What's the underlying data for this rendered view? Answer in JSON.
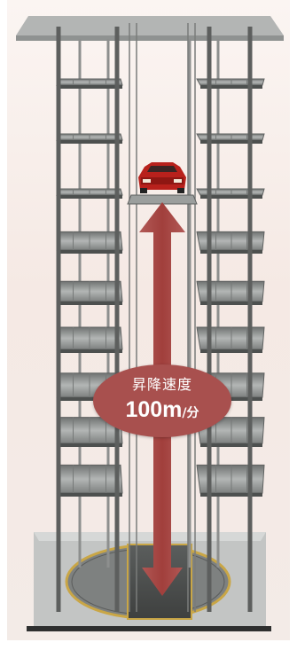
{
  "speed_badge": {
    "title": "昇降速度",
    "value": "100m",
    "unit": "/分"
  },
  "colors": {
    "arrow": "#a64441",
    "badge": "#a8504e",
    "frame": "#6e706e",
    "pallet": "#8a8d8c",
    "pit_ring": "#c9a646",
    "car": "#b8211c"
  }
}
